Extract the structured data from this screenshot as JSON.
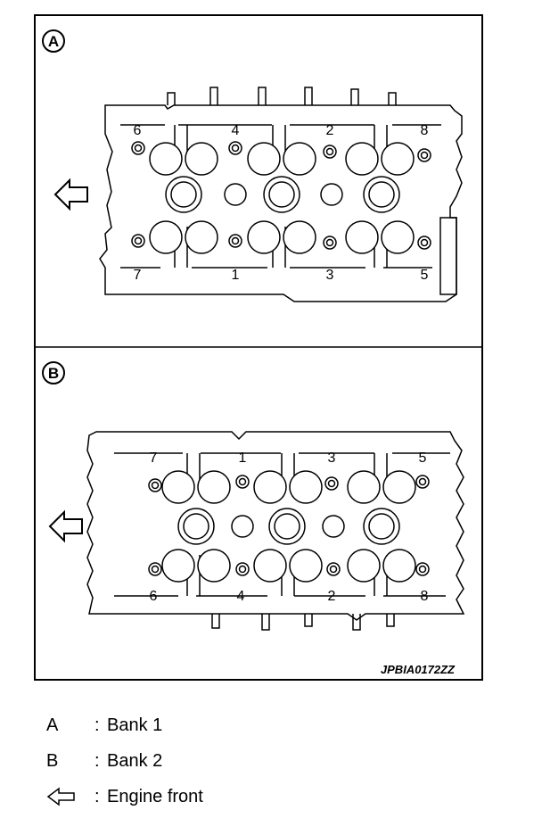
{
  "figure": {
    "code": "JPBIA0172ZZ",
    "panels": [
      {
        "id": "A",
        "marker": "A",
        "top_labels": [
          "6",
          "4",
          "2",
          "8"
        ],
        "bottom_labels": [
          "7",
          "1",
          "3",
          "5"
        ]
      },
      {
        "id": "B",
        "marker": "B",
        "top_labels": [
          "7",
          "1",
          "3",
          "5"
        ],
        "bottom_labels": [
          "6",
          "4",
          "2",
          "8"
        ]
      }
    ]
  },
  "legend": [
    {
      "key": "A",
      "separator": ":",
      "text": "Bank 1"
    },
    {
      "key": "B",
      "separator": ":",
      "text": "Bank 2"
    },
    {
      "key_icon": "hollow-left-arrow-icon",
      "separator": ":",
      "text": "Engine front"
    }
  ]
}
